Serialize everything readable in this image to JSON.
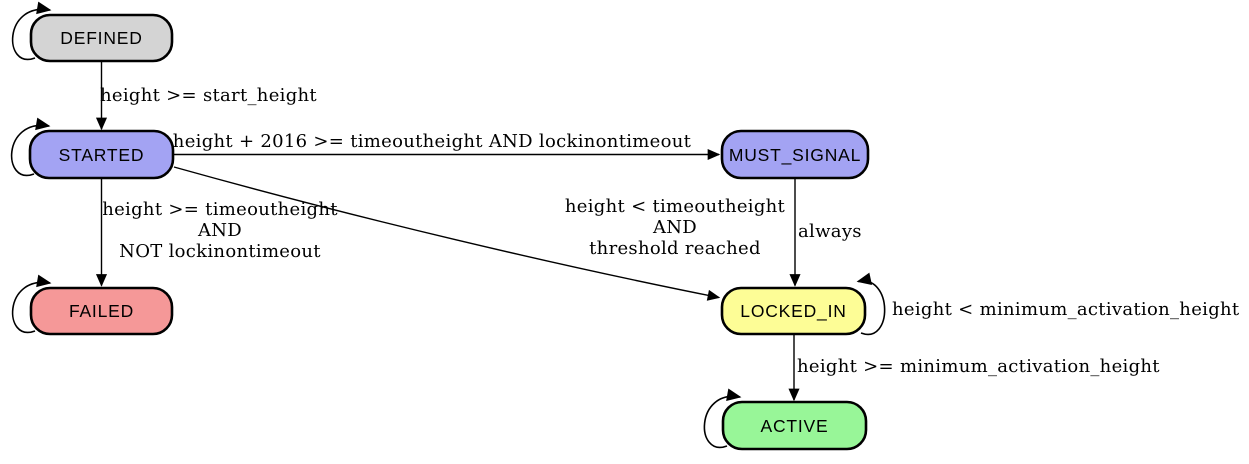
{
  "diagram": {
    "kind": "state-machine"
  },
  "nodes": {
    "defined": {
      "label": "DEFINED",
      "fill": "#d4d4d4"
    },
    "started": {
      "label": "STARTED",
      "fill": "#a3a3f3"
    },
    "must_signal": {
      "label": "MUST_SIGNAL",
      "fill": "#a3a3f3"
    },
    "failed": {
      "label": "FAILED",
      "fill": "#f59898"
    },
    "locked_in": {
      "label": "LOCKED_IN",
      "fill": "#fdfd96"
    },
    "active": {
      "label": "ACTIVE",
      "fill": "#98f698"
    }
  },
  "edges": {
    "defined_to_started": {
      "label": "height >= start_height"
    },
    "started_to_must_signal": {
      "label": "height + 2016 >= timeoutheight AND lockinontimeout"
    },
    "started_to_failed": {
      "lines": [
        "height >= timeoutheight",
        "AND",
        "NOT lockinontimeout"
      ]
    },
    "started_to_locked_in": {
      "lines": [
        "height < timeoutheight",
        "AND",
        "threshold reached"
      ]
    },
    "must_signal_to_locked_in": {
      "label": "always"
    },
    "locked_in_self": {
      "label": "height < minimum_activation_height"
    },
    "locked_in_to_active": {
      "label": "height >= minimum_activation_height"
    }
  },
  "colors": {
    "background": "#ffffff",
    "node_border": "#000000",
    "edge_stroke": "#000000",
    "label_text": "#000000"
  }
}
